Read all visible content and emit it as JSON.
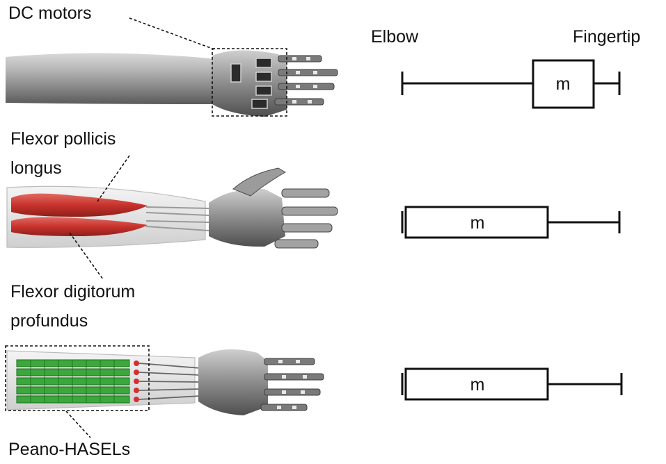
{
  "labels": {
    "dc_motors": "DC motors",
    "flexor_pollicis_1": "Flexor pollicis",
    "flexor_pollicis_2": "longus",
    "flexor_digitorum_1": "Flexor digitorum",
    "flexor_digitorum_2": "profundus",
    "peano_hasels": "Peano-HASELs",
    "elbow": "Elbow",
    "fingertip": "Fingertip"
  },
  "mass_diagrams": [
    {
      "mass_label": "m"
    },
    {
      "mass_label": "m"
    },
    {
      "mass_label": "m"
    }
  ],
  "colors": {
    "muscle": "#c8322c",
    "actuator": "#3aa83a",
    "arm": "#9a9a9a",
    "line": "#111111"
  }
}
